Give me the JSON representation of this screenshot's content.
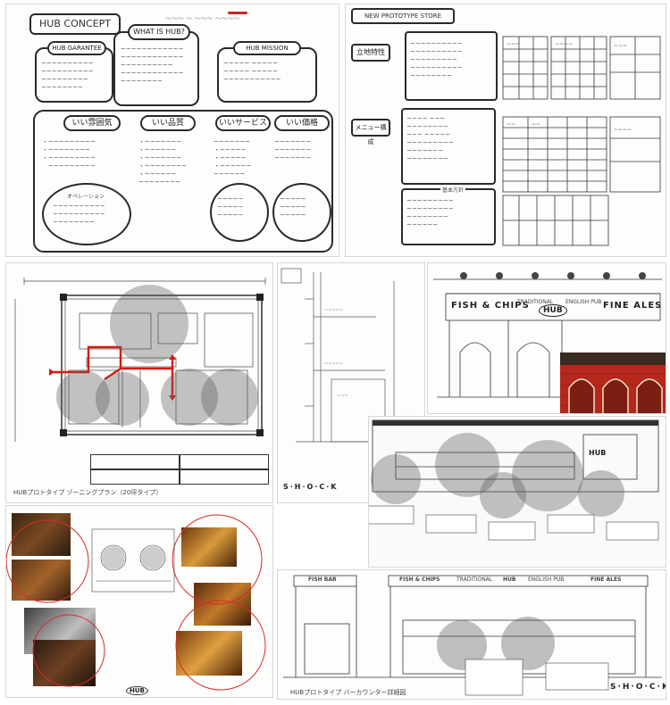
{
  "concept": {
    "title": "HUB CONCEPT",
    "what_is": "WHAT IS HUB?",
    "guarantee": "HUB GARANTEE",
    "mission": "HUB MISSION",
    "col_a": "いい雰囲気",
    "col_b": "いい品質",
    "col_c": "いいサービス",
    "col_d": "いい価格",
    "bottom_label": "オペレーション"
  },
  "store": {
    "title": "NEW PROTOTYPE STORE",
    "row1_label": "立地特性",
    "row2_label": "メニュー構成",
    "note_box": "基本方針"
  },
  "floor_plan": {
    "caption": "HUBプロトタイプ ゾーニングプラン（20坪タイプ）"
  },
  "facade": {
    "sign_left": "FISH & CHIPS",
    "sign_mid": "TRADITIONAL",
    "sign_pub": "ENGLISH PUB",
    "sign_right": "FINE ALES"
  },
  "counter": {
    "caption": "HUBプロトタイプ バーカウンター詳細図",
    "brand_mid": "S·H·O·C·K",
    "brand_bottom": "S·H·O·C·K",
    "elev_sign_left": "FISH BAR",
    "elev_sign_mid": "FISH & CHIPS",
    "elev_sign_mid2": "TRADITIONAL",
    "elev_sign_pub": "ENGLISH PUB",
    "elev_sign_right": "FINE ALES"
  },
  "logo": {
    "text": "HUB"
  },
  "colors": {
    "brick": "#b5281c",
    "door": "#7a1f12",
    "bubble": "#5f5f5f",
    "route": "#d8190f",
    "photo_ring": "#d92a2a"
  }
}
